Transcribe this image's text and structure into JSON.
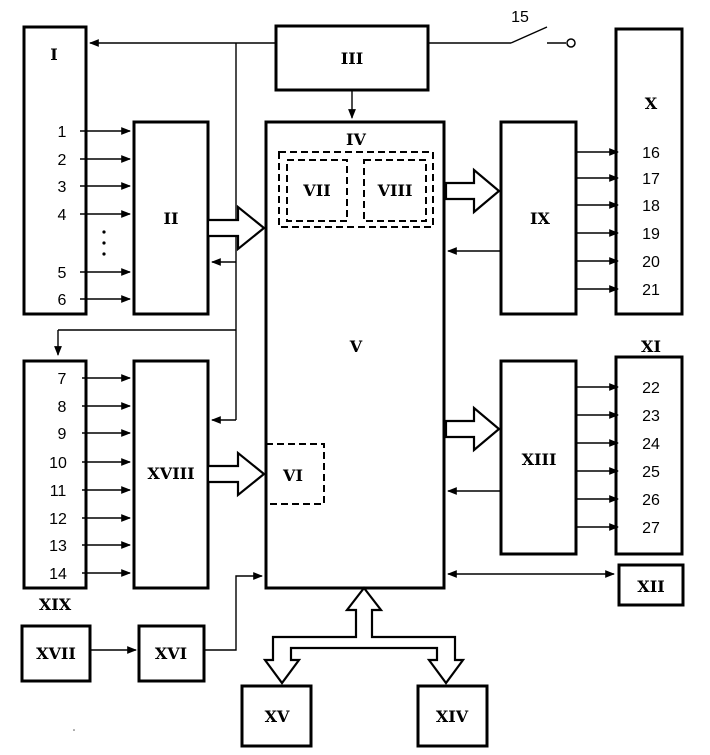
{
  "blocks": {
    "b1": "I",
    "b2": "II",
    "b3": "III",
    "b4": "IV",
    "b5": "V",
    "b6": "VI",
    "b7": "VII",
    "b8": "VIII",
    "b9": "IX",
    "b10": "X",
    "b11": "XI",
    "b12": "XII",
    "b13": "XIII",
    "b14": "XIV",
    "b15": "XV",
    "b16": "XVI",
    "b17": "XVII",
    "b18": "XVIII",
    "b19": "XIX"
  },
  "switch_label": "15",
  "inputs_block1": [
    "1",
    "2",
    "3",
    "4",
    "5",
    "6"
  ],
  "inputs_block19": [
    "7",
    "8",
    "9",
    "10",
    "11",
    "12",
    "13",
    "14"
  ],
  "outputs_block10": [
    "16",
    "17",
    "18",
    "19",
    "20",
    "21"
  ],
  "outputs_block11": [
    "22",
    "23",
    "24",
    "25",
    "26",
    "27"
  ]
}
